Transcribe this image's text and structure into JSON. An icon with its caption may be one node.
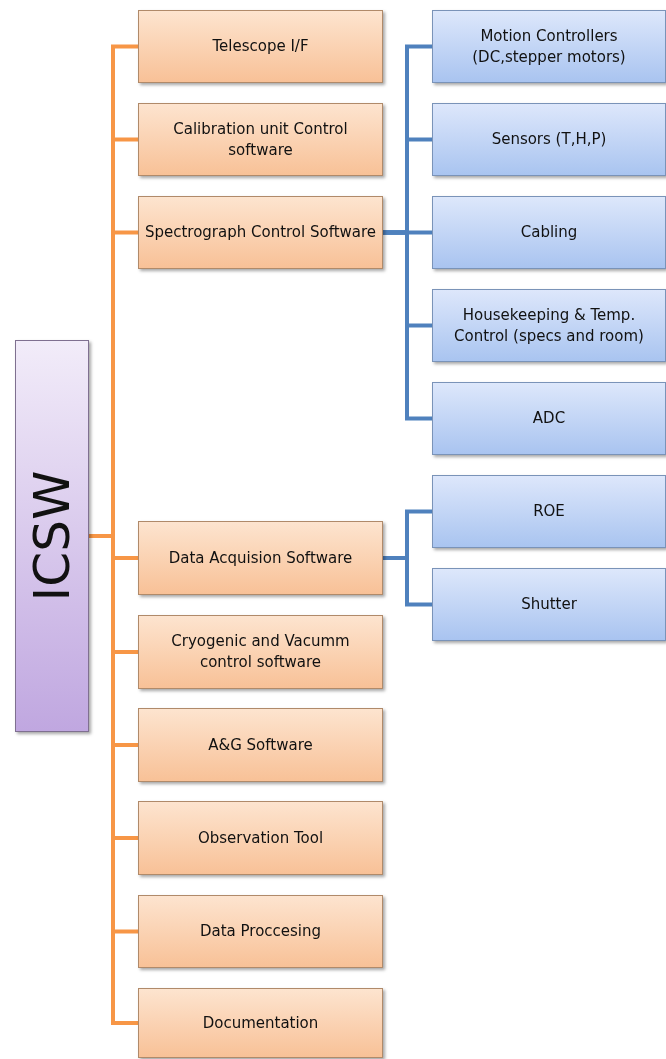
{
  "diagram": {
    "nodes": [
      {
        "text": [
          "ICSW"
        ]
      },
      {
        "text": [
          "Telescope I/F"
        ]
      },
      {
        "text": [
          "Calibration unit Control software"
        ]
      },
      {
        "text": [
          "Spectrograph Control Software"
        ]
      },
      {
        "text": [
          "Data Acquision Software"
        ]
      },
      {
        "text": [
          "Cryogenic and Vacumm control software"
        ]
      },
      {
        "text": [
          "A&G Software"
        ]
      },
      {
        "text": [
          "Observation Tool"
        ]
      },
      {
        "text": [
          "Data Proccesing"
        ]
      },
      {
        "text": [
          "Documentation"
        ]
      },
      {
        "text": [
          "Motion Controllers (DC,stepper motors)"
        ]
      },
      {
        "text": [
          "Sensors (T,H,P)"
        ]
      },
      {
        "text": [
          "Cabling"
        ]
      },
      {
        "text": [
          "Housekeeping & Temp. Control (specs and room)"
        ]
      },
      {
        "text": [
          "ADC"
        ]
      },
      {
        "text": [
          "ROE"
        ]
      },
      {
        "text": [
          "Shutter"
        ]
      }
    ],
    "edges": [
      {
        "from": 0,
        "to": 1,
        "arrow": "none"
      },
      {
        "from": 0,
        "to": 2,
        "arrow": "none"
      },
      {
        "from": 0,
        "to": 3,
        "arrow": "none"
      },
      {
        "from": 0,
        "to": 4,
        "arrow": "none"
      },
      {
        "from": 0,
        "to": 5,
        "arrow": "none"
      },
      {
        "from": 0,
        "to": 6,
        "arrow": "none"
      },
      {
        "from": 0,
        "to": 7,
        "arrow": "none"
      },
      {
        "from": 0,
        "to": 8,
        "arrow": "none"
      },
      {
        "from": 0,
        "to": 9,
        "arrow": "none"
      },
      {
        "from": 3,
        "to": 10,
        "arrow": "none",
        "color": "#4f81bd"
      },
      {
        "from": 3,
        "to": 11,
        "arrow": "none",
        "color": "#4f81bd"
      },
      {
        "from": 3,
        "to": 12,
        "arrow": "none",
        "color": "#4f81bd"
      },
      {
        "from": 3,
        "to": 13,
        "arrow": "none",
        "color": "#4f81bd"
      },
      {
        "from": 3,
        "to": 14,
        "arrow": "none",
        "color": "#4f81bd"
      },
      {
        "from": 4,
        "to": 15,
        "arrow": "none",
        "color": "#4f81bd"
      },
      {
        "from": 4,
        "to": 16,
        "arrow": "none",
        "color": "#4f81bd"
      }
    ]
  }
}
